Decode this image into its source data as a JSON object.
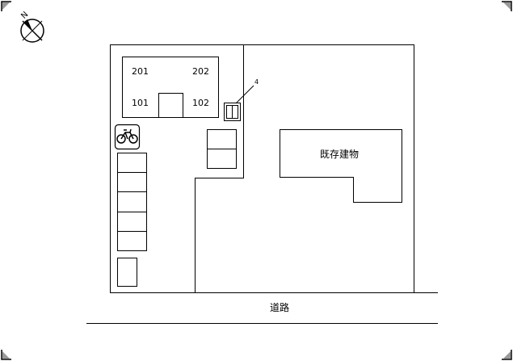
{
  "units": {
    "u201": "201",
    "u202": "202",
    "u101": "101",
    "u102": "102"
  },
  "marker": {
    "label": "4"
  },
  "existing_building": {
    "label": "既存建物"
  },
  "road": {
    "label": "道路"
  },
  "compass": {
    "north": "N"
  },
  "icons": {
    "bicycle": "bicycle-icon",
    "compass": "compass-icon",
    "mailbox": "mailbox-icon"
  },
  "colors": {
    "line": "#000000",
    "background": "#ffffff"
  }
}
